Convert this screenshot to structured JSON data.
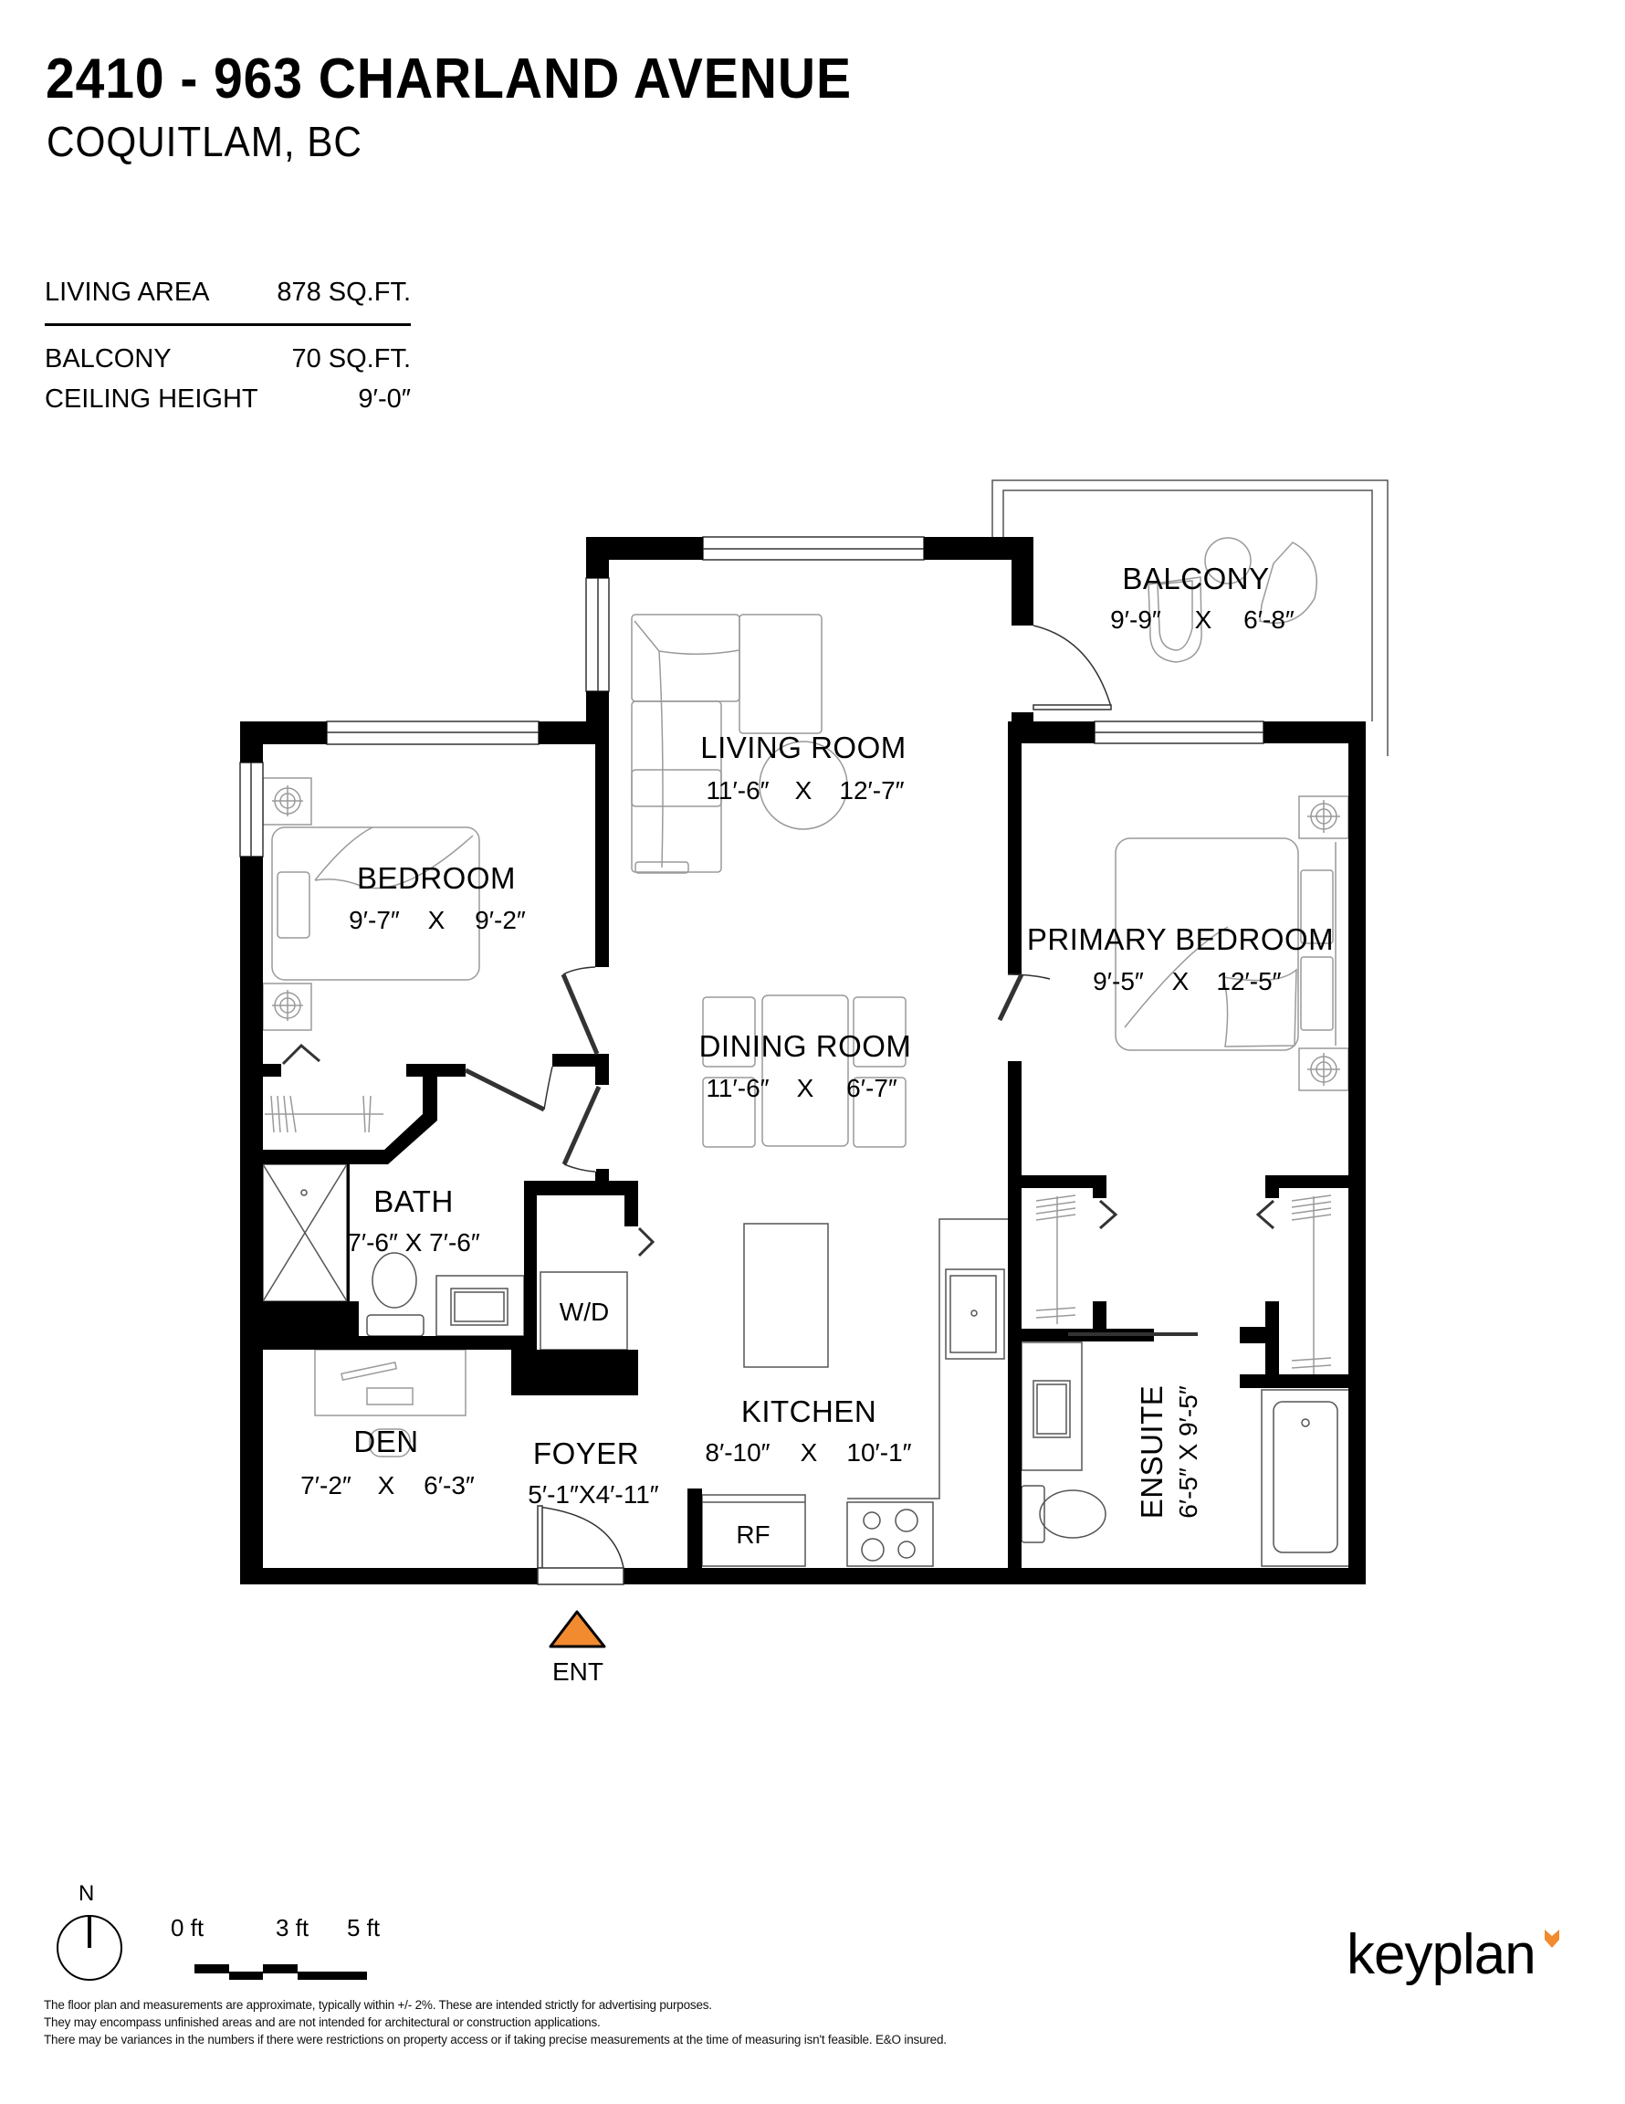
{
  "header": {
    "title": "2410 - 963 CHARLAND AVENUE",
    "subtitle": "COQUITLAM, BC"
  },
  "stats": {
    "living_area": {
      "label": "LIVING AREA",
      "value": "878 SQ.FT."
    },
    "balcony": {
      "label": "BALCONY",
      "value": "70 SQ.FT."
    },
    "ceiling_height": {
      "label": "CEILING HEIGHT",
      "value": "9′-0″"
    }
  },
  "rooms": {
    "balcony": {
      "name": "BALCONY",
      "w": "9′-9″",
      "x": "X",
      "h": "6′-8″"
    },
    "living_room": {
      "name": "LIVING ROOM",
      "w": "11′-6″",
      "x": "X",
      "h": "12′-7″"
    },
    "bedroom": {
      "name": "BEDROOM",
      "w": "9′-7″",
      "x": "X",
      "h": "9′-2″"
    },
    "primary_bedroom": {
      "name": "PRIMARY BEDROOM",
      "w": "9′-5″",
      "x": "X",
      "h": "12′-5″"
    },
    "dining_room": {
      "name": "DINING ROOM",
      "w": "11′-6″",
      "x": "X",
      "h": "6′-7″"
    },
    "bath": {
      "name": "BATH",
      "dims": "7′-6″ X 7′-6″"
    },
    "laundry": {
      "name": "W/D"
    },
    "kitchen": {
      "name": "KITCHEN",
      "w": "8′-10″",
      "x": "X",
      "h": "10′-1″"
    },
    "den": {
      "name": "DEN",
      "w": "7′-2″",
      "x": "X",
      "h": "6′-3″"
    },
    "foyer": {
      "name": "FOYER",
      "dims": "5′-1″X4′-11″"
    },
    "ensuite": {
      "name": "ENSUITE",
      "dims": "6′-5″  X  9′-5″"
    },
    "fridge": {
      "name": "RF"
    }
  },
  "entrance": {
    "label": "ENT",
    "color": "#f28a30"
  },
  "legend": {
    "north": "N",
    "scale": {
      "zero": "0 ft",
      "three": "3 ft",
      "five": "5 ft"
    }
  },
  "disclaimer": [
    "The floor plan and measurements are approximate, typically within +/- 2%. These are intended strictly for advertising purposes.",
    "They may encompass unfinished areas and are not intended for architectural or construction applications.",
    "There may be variances in the numbers if there were restrictions on property access or if taking precise measurements at the time of measuring isn't feasible. E&O insured."
  ],
  "brand": {
    "name": "keyplan",
    "accent": "#f28a30"
  },
  "colors": {
    "wall": "#000000",
    "fixture": "#9a9a9a",
    "background": "#ffffff"
  }
}
